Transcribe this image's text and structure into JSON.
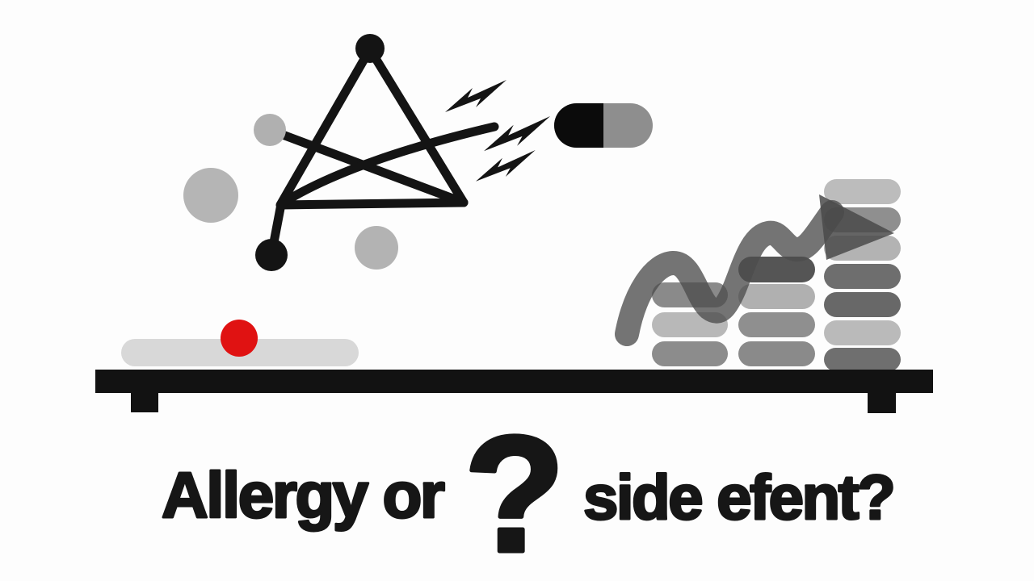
{
  "caption": {
    "left": "Allergy or",
    "question_mark": "?",
    "right": "side efent?",
    "color": "#161616"
  },
  "colors": {
    "background": "#fdfdfd",
    "ink_black": "#141414",
    "shelf_black": "#121212",
    "red": "#e01212",
    "tray_gray": "#d8d8d8",
    "node_gray": "#b0b0b0",
    "bubble_gray_large": "#b5b5b5",
    "bubble_gray_small": "#b3b3b3",
    "capsule_left": "#0b0b0b",
    "capsule_right": "#8e8e8e",
    "trend_arrow_gray": "#4d4d4d",
    "trend_arrowhead_gray": "#4a4a4a"
  },
  "illustration": {
    "molecule": {
      "black_node_count": 2,
      "gray_node_count": 1,
      "bubble_count": 2
    },
    "lightning_bolt_count": 3,
    "capsule": {
      "style": "half black, half gray"
    },
    "tray": {
      "red_dot_count": 1
    },
    "pill_stacks": {
      "pill_counts": [
        3,
        4,
        7
      ],
      "left": {
        "colors": [
          "#8a8a8a",
          "#b8b8b8",
          "#8c8c8c"
        ]
      },
      "middle": {
        "colors": [
          "#555555",
          "#b0b0b0",
          "#8f8f8f",
          "#8a8a8a"
        ]
      },
      "right": {
        "colors": [
          "#bcbcbc",
          "#8f8f8f",
          "#b3b3b3",
          "#6e6e6e",
          "#686868",
          "#bababa",
          "#6f6f6f"
        ]
      }
    }
  }
}
